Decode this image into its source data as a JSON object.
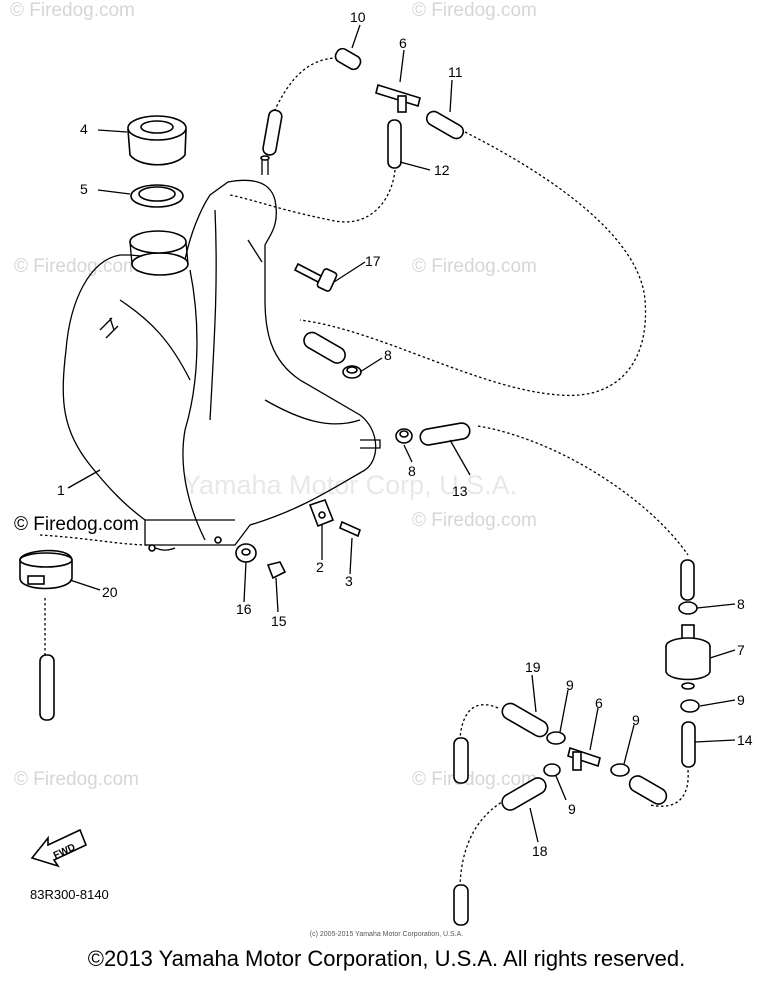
{
  "watermarks": {
    "firedog": "© Firedog.com",
    "firedog_dark": "© Firedog.com",
    "center": "Yamaha Motor Corp, U.S.A."
  },
  "callouts": [
    "1",
    "2",
    "3",
    "4",
    "5",
    "6",
    "7",
    "8",
    "9",
    "10",
    "11",
    "12",
    "13",
    "14",
    "15",
    "16",
    "17",
    "18",
    "19",
    "20"
  ],
  "callout_repeat": {
    "6b": "6",
    "8b": "8",
    "8c": "8",
    "9b": "9",
    "9c": "9",
    "9d": "9"
  },
  "fwd_label": "FWD",
  "diagram_code": "83R300-8140",
  "source_line": "(c) 2005-2015 Yamaha Motor Corporation, U.S.A.",
  "copyright": "©2013 Yamaha Motor Corporation, U.S.A. All rights reserved."
}
